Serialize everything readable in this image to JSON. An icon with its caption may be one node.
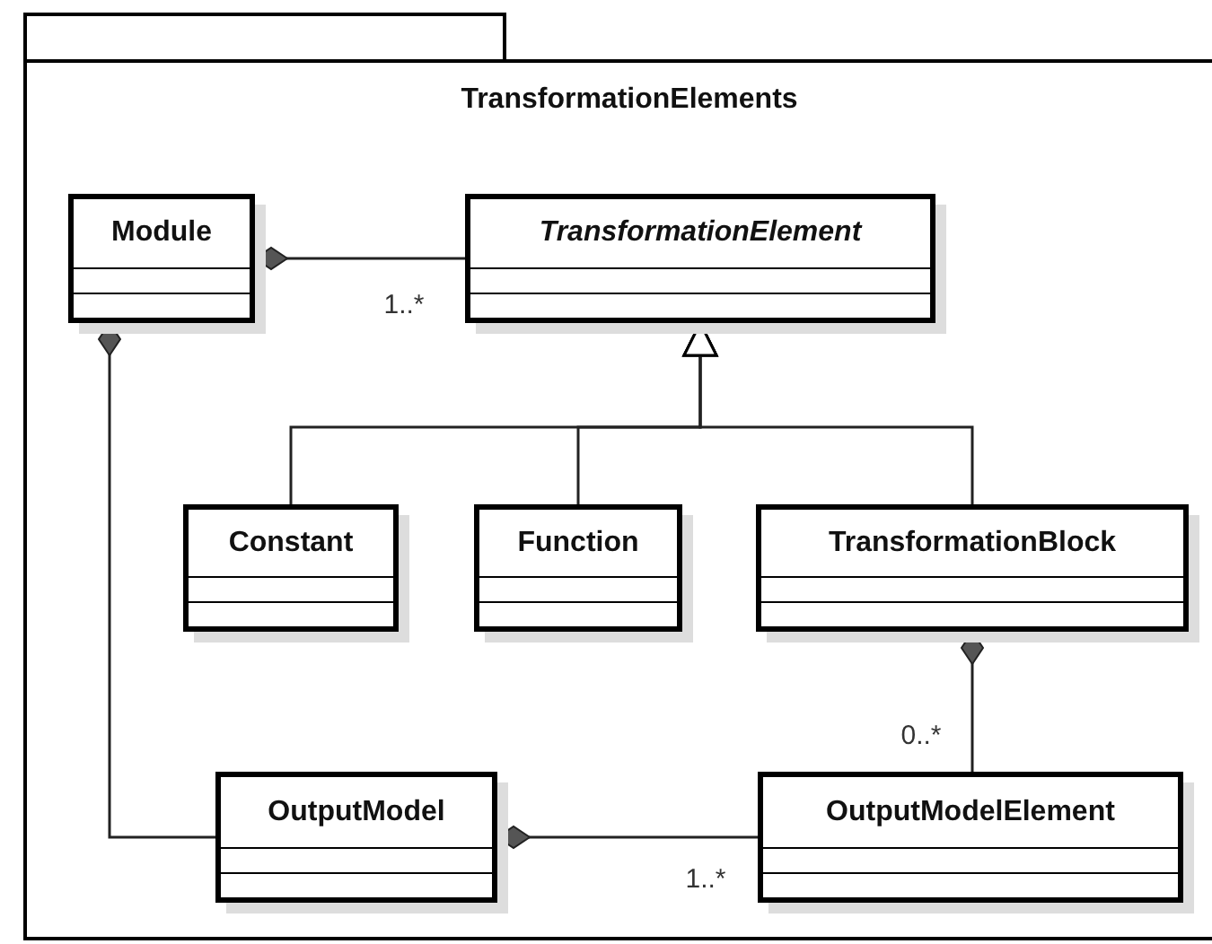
{
  "diagram": {
    "nodes": [
      {
        "text": [
          "TransformationElements"
        ]
      },
      {
        "text": [
          "Module"
        ],
        "in": 0
      },
      {
        "text": [
          "TransformationElement"
        ],
        "in": 0
      },
      {
        "text": [
          "Constant"
        ],
        "in": 0
      },
      {
        "text": [
          "Function"
        ],
        "in": 0
      },
      {
        "text": [
          "TransformationBlock"
        ],
        "in": 0
      },
      {
        "text": [
          "OutputModel"
        ],
        "in": 0
      },
      {
        "text": [
          "OutputModelElement"
        ],
        "in": 0
      }
    ],
    "edges": [
      {
        "from": 1,
        "to": 2,
        "arrow": "other",
        "label": "1..*"
      },
      {
        "from": 3,
        "to": 2,
        "arrow": "to"
      },
      {
        "from": 4,
        "to": 2,
        "arrow": "to"
      },
      {
        "from": 5,
        "to": 2,
        "arrow": "to"
      },
      {
        "from": 1,
        "to": 6,
        "arrow": "other"
      },
      {
        "from": 5,
        "to": 7,
        "arrow": "other",
        "label": "0..*"
      },
      {
        "from": 6,
        "to": 7,
        "arrow": "other",
        "label": "1..*"
      }
    ]
  }
}
